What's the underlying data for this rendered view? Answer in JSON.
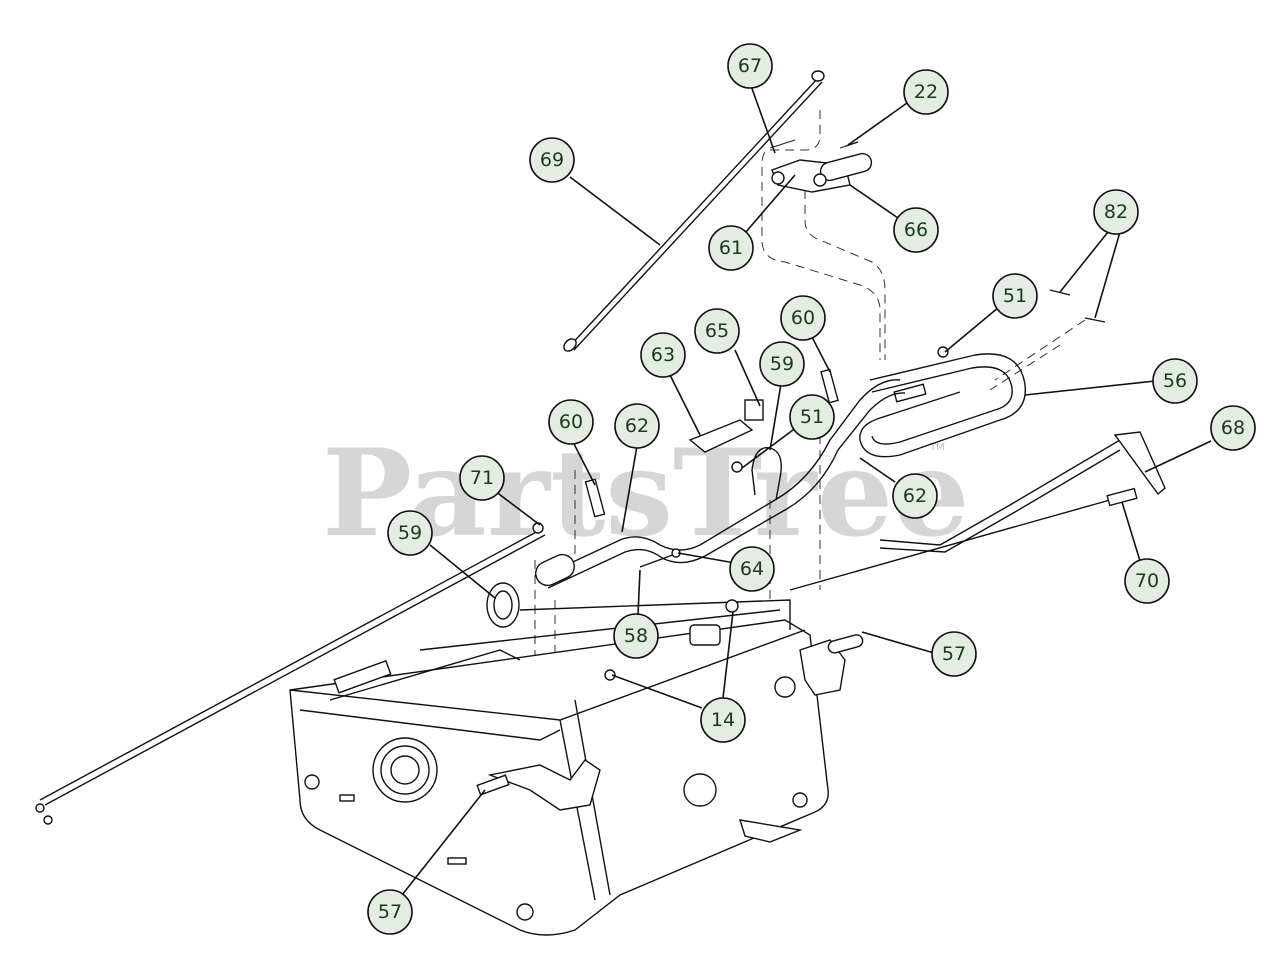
{
  "watermark": {
    "text": "PartsTree",
    "trademark": "TM"
  },
  "callouts": [
    {
      "label": "67"
    },
    {
      "label": "22"
    },
    {
      "label": "69"
    },
    {
      "label": "61"
    },
    {
      "label": "66"
    },
    {
      "label": "82"
    },
    {
      "label": "51"
    },
    {
      "label": "60"
    },
    {
      "label": "65"
    },
    {
      "label": "63"
    },
    {
      "label": "59"
    },
    {
      "label": "56"
    },
    {
      "label": "51"
    },
    {
      "label": "60"
    },
    {
      "label": "62"
    },
    {
      "label": "68"
    },
    {
      "label": "62"
    },
    {
      "label": "71"
    },
    {
      "label": "59"
    },
    {
      "label": "64"
    },
    {
      "label": "70"
    },
    {
      "label": "58"
    },
    {
      "label": "57"
    },
    {
      "label": "14"
    },
    {
      "label": "57"
    }
  ]
}
